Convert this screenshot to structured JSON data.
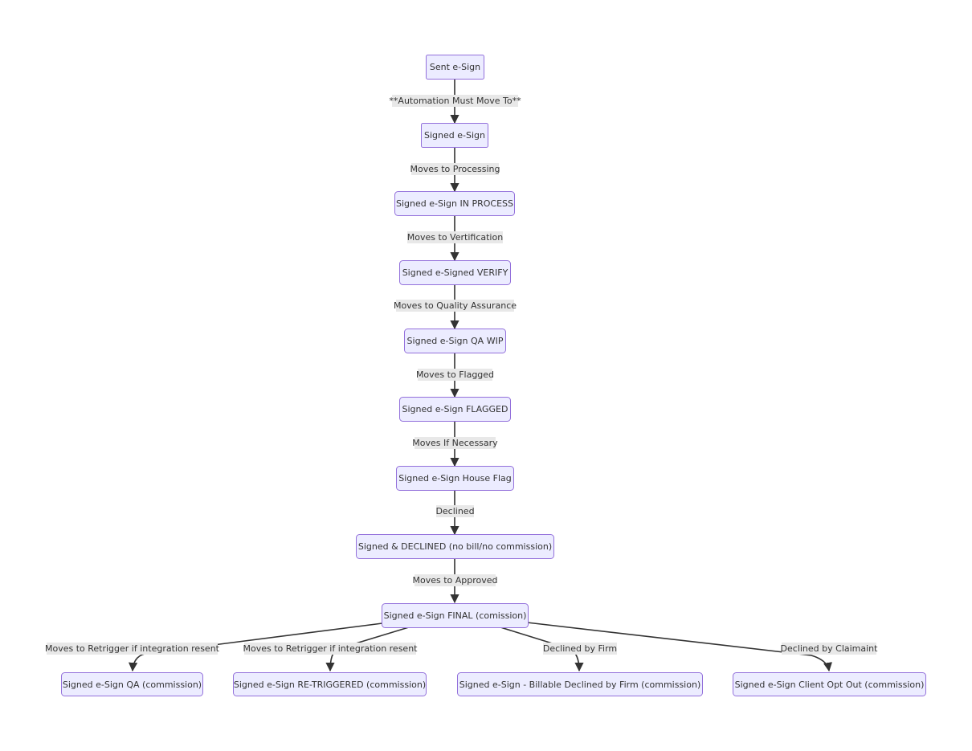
{
  "diagram": {
    "type": "flowchart",
    "direction": "top-down",
    "colors": {
      "node_fill": "#ECECFF",
      "node_stroke": "#9370DB",
      "edge": "#333333",
      "label_bg": "#e8e8e8",
      "text": "#333333"
    },
    "nodes": [
      {
        "id": "sent",
        "label": "Sent e-Sign"
      },
      {
        "id": "signed",
        "label": "Signed e-Sign"
      },
      {
        "id": "in_process",
        "label": "Signed e-Sign IN PROCESS"
      },
      {
        "id": "verify",
        "label": "Signed e-Signed VERIFY"
      },
      {
        "id": "qa_wip",
        "label": "Signed e-Sign QA WIP"
      },
      {
        "id": "flagged",
        "label": "Signed e-Sign FLAGGED"
      },
      {
        "id": "house_flag",
        "label": "Signed e-Sign House Flag"
      },
      {
        "id": "declined",
        "label": "Signed & DECLINED (no bill/no commission)"
      },
      {
        "id": "final",
        "label": "Signed e-Sign FINAL (comission)"
      },
      {
        "id": "qa_comm",
        "label": "Signed e-Sign QA (commission)"
      },
      {
        "id": "retriggered",
        "label": "Signed e-Sign RE-TRIGGERED (commission)"
      },
      {
        "id": "billable",
        "label": "Signed e-Sign - Billable Declined by Firm (commission)"
      },
      {
        "id": "opt_out",
        "label": "Signed e-Sign Client Opt Out (commission)"
      }
    ],
    "edges": [
      {
        "from": "sent",
        "to": "signed",
        "label": "**Automation Must Move To**"
      },
      {
        "from": "signed",
        "to": "in_process",
        "label": "Moves to Processing"
      },
      {
        "from": "in_process",
        "to": "verify",
        "label": "Moves to Vertification"
      },
      {
        "from": "verify",
        "to": "qa_wip",
        "label": "Moves to Quality Assurance"
      },
      {
        "from": "qa_wip",
        "to": "flagged",
        "label": "Moves to Flagged"
      },
      {
        "from": "flagged",
        "to": "house_flag",
        "label": "Moves If Necessary"
      },
      {
        "from": "house_flag",
        "to": "declined",
        "label": "Declined"
      },
      {
        "from": "declined",
        "to": "final",
        "label": "Moves to Approved"
      },
      {
        "from": "final",
        "to": "qa_comm",
        "label": "Moves to Retrigger if integration resent"
      },
      {
        "from": "final",
        "to": "retriggered",
        "label": "Moves to Retrigger if integration resent"
      },
      {
        "from": "final",
        "to": "billable",
        "label": "Declined by Firm"
      },
      {
        "from": "final",
        "to": "opt_out",
        "label": "Declined by Claimaint"
      }
    ]
  }
}
